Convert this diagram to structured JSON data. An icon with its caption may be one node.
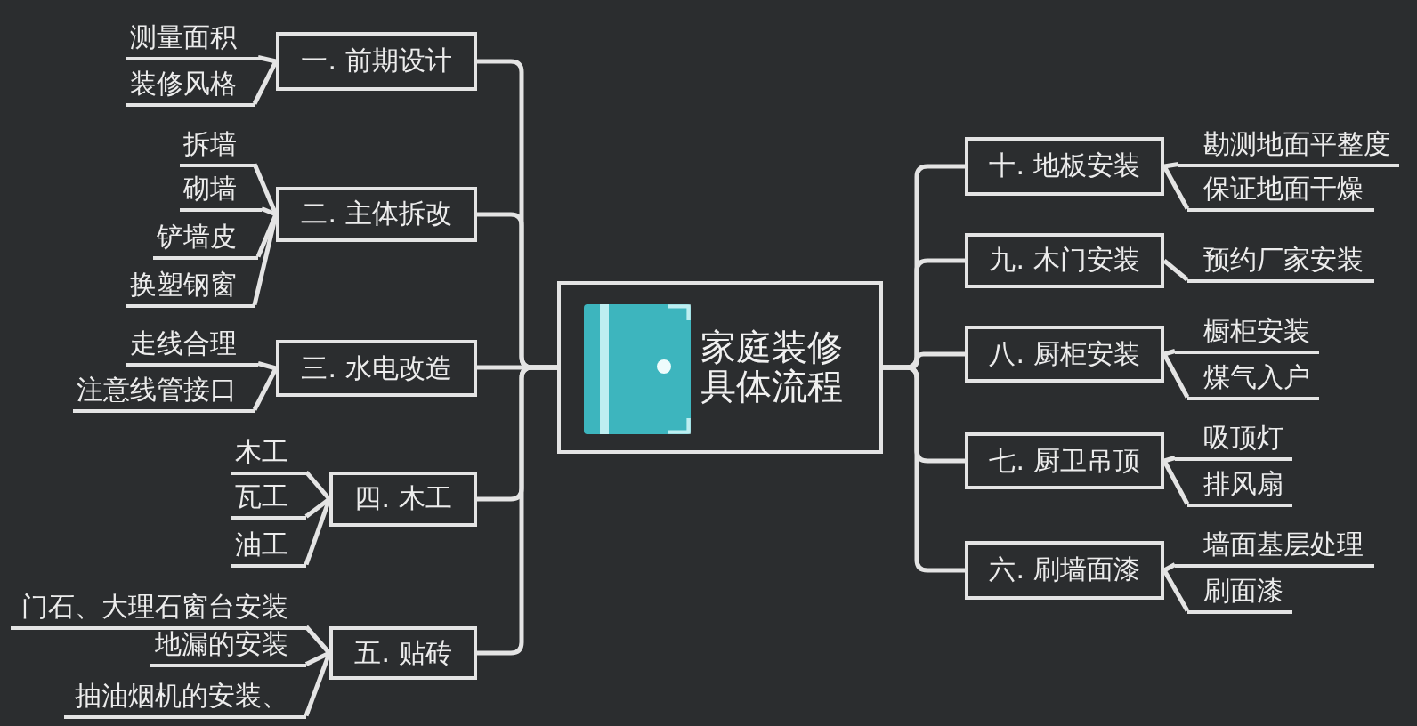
{
  "diagram": {
    "nodes": [
      {
        "text": [
          "家庭装修具体流程"
        ]
      },
      {
        "text": [
          "一. 前期设计"
        ]
      },
      {
        "text": [
          "测量面积"
        ]
      },
      {
        "text": [
          "装修风格"
        ]
      },
      {
        "text": [
          "二. 主体拆改"
        ]
      },
      {
        "text": [
          "拆墙"
        ]
      },
      {
        "text": [
          "砌墙"
        ]
      },
      {
        "text": [
          "铲墙皮"
        ]
      },
      {
        "text": [
          "换塑钢窗"
        ]
      },
      {
        "text": [
          "三. 水电改造"
        ]
      },
      {
        "text": [
          "走线合理"
        ]
      },
      {
        "text": [
          "注意线管接口"
        ]
      },
      {
        "text": [
          "四. 木工"
        ]
      },
      {
        "text": [
          "木工"
        ]
      },
      {
        "text": [
          "瓦工"
        ]
      },
      {
        "text": [
          "油工"
        ]
      },
      {
        "text": [
          "五. 贴砖"
        ]
      },
      {
        "text": [
          "门石、大理石窗台安装"
        ]
      },
      {
        "text": [
          "地漏的安装"
        ]
      },
      {
        "text": [
          "抽油烟机的安装、"
        ]
      },
      {
        "text": [
          "六. 刷墙面漆"
        ]
      },
      {
        "text": [
          "墙面基层处理"
        ]
      },
      {
        "text": [
          "刷面漆"
        ]
      },
      {
        "text": [
          "七. 厨卫吊顶"
        ]
      },
      {
        "text": [
          "吸顶灯"
        ]
      },
      {
        "text": [
          "排风扇"
        ]
      },
      {
        "text": [
          "八. 厨柜安装"
        ]
      },
      {
        "text": [
          "橱柜安装"
        ]
      },
      {
        "text": [
          "煤气入户"
        ]
      },
      {
        "text": [
          "九. 木门安装"
        ]
      },
      {
        "text": [
          "预约厂家安装"
        ]
      },
      {
        "text": [
          "十. 地板安装"
        ]
      },
      {
        "text": [
          "勘测地面平整度"
        ]
      },
      {
        "text": [
          "保证地面干燥"
        ]
      }
    ],
    "edges": [
      {
        "from": 0,
        "to": 1,
        "arrow": "none"
      },
      {
        "from": 0,
        "to": 4,
        "arrow": "none"
      },
      {
        "from": 0,
        "to": 9,
        "arrow": "none"
      },
      {
        "from": 0,
        "to": 12,
        "arrow": "none"
      },
      {
        "from": 0,
        "to": 16,
        "arrow": "none"
      },
      {
        "from": 0,
        "to": 20,
        "arrow": "none"
      },
      {
        "from": 0,
        "to": 23,
        "arrow": "none"
      },
      {
        "from": 0,
        "to": 26,
        "arrow": "none"
      },
      {
        "from": 0,
        "to": 29,
        "arrow": "none"
      },
      {
        "from": 0,
        "to": 31,
        "arrow": "none"
      },
      {
        "from": 1,
        "to": 2,
        "arrow": "none"
      },
      {
        "from": 1,
        "to": 3,
        "arrow": "none"
      },
      {
        "from": 4,
        "to": 5,
        "arrow": "none"
      },
      {
        "from": 4,
        "to": 6,
        "arrow": "none"
      },
      {
        "from": 4,
        "to": 7,
        "arrow": "none"
      },
      {
        "from": 4,
        "to": 8,
        "arrow": "none"
      },
      {
        "from": 9,
        "to": 10,
        "arrow": "none"
      },
      {
        "from": 9,
        "to": 11,
        "arrow": "none"
      },
      {
        "from": 12,
        "to": 13,
        "arrow": "none"
      },
      {
        "from": 12,
        "to": 14,
        "arrow": "none"
      },
      {
        "from": 12,
        "to": 15,
        "arrow": "none"
      },
      {
        "from": 16,
        "to": 17,
        "arrow": "none"
      },
      {
        "from": 16,
        "to": 18,
        "arrow": "none"
      },
      {
        "from": 16,
        "to": 19,
        "arrow": "none"
      },
      {
        "from": 20,
        "to": 21,
        "arrow": "none"
      },
      {
        "from": 20,
        "to": 22,
        "arrow": "none"
      },
      {
        "from": 23,
        "to": 24,
        "arrow": "none"
      },
      {
        "from": 23,
        "to": 25,
        "arrow": "none"
      },
      {
        "from": 26,
        "to": 27,
        "arrow": "none"
      },
      {
        "from": 26,
        "to": 28,
        "arrow": "none"
      },
      {
        "from": 29,
        "to": 30,
        "arrow": "none"
      },
      {
        "from": 31,
        "to": 32,
        "arrow": "none"
      },
      {
        "from": 31,
        "to": 33,
        "arrow": "none"
      }
    ]
  }
}
